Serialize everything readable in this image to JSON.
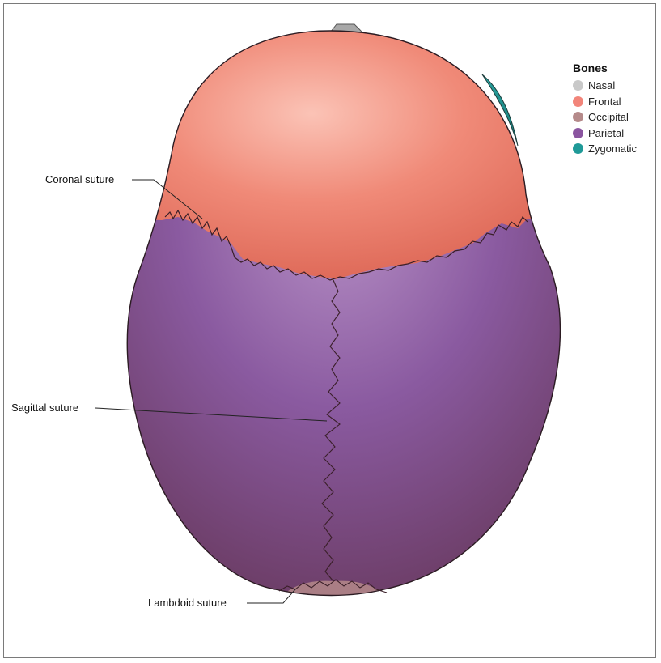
{
  "legend": {
    "title": "Bones",
    "items": [
      {
        "label": "Nasal",
        "color": "#c9c9c9"
      },
      {
        "label": "Frontal",
        "color": "#f2857a"
      },
      {
        "label": "Occipital",
        "color": "#b58a8a"
      },
      {
        "label": "Parietal",
        "color": "#8b55a0"
      },
      {
        "label": "Zygomatic",
        "color": "#1f9a98"
      }
    ]
  },
  "callouts": {
    "coronal": "Coronal suture",
    "sagittal": "Sagittal suture",
    "lambdoid": "Lambdoid suture"
  }
}
